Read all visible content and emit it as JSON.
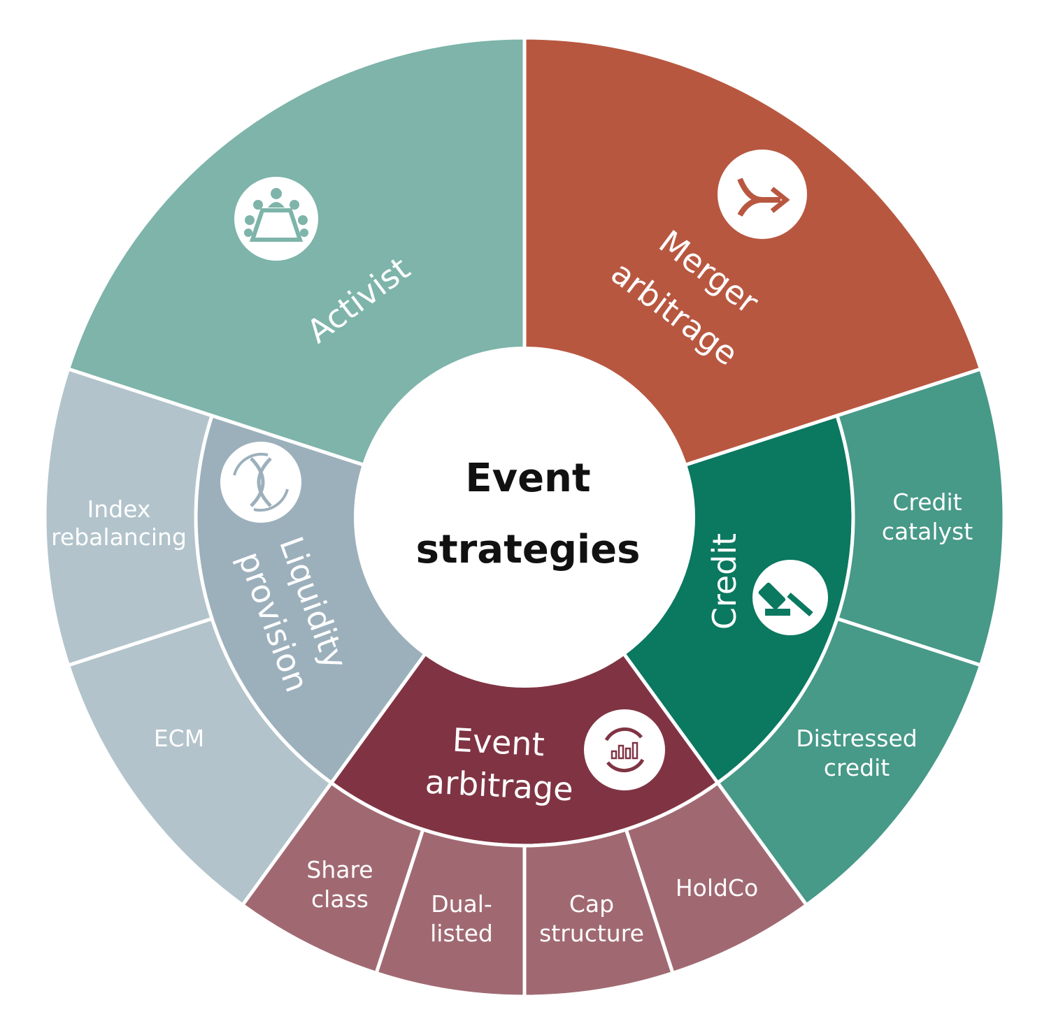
{
  "center": {
    "line1": "Event",
    "line2": "strategies"
  },
  "colors": {
    "activist": "#7eb4aa",
    "merger": "#b85740",
    "credit_inner": "#0b7860",
    "credit_outer": "#479988",
    "liquidity_inner": "#9cb0bc",
    "liquidity_outer": "#b2c3cb",
    "event_inner": "#803443",
    "event_outer": "#a06972"
  },
  "strategies": {
    "activist": {
      "label": "Activist",
      "icon": "boardroom-meeting-icon"
    },
    "merger": {
      "line1": "Merger",
      "line2": "arbitrage",
      "icon": "merge-arrow-icon"
    },
    "credit": {
      "label": "Credit",
      "icon": "gavel-icon"
    },
    "liquidity": {
      "line1": "Liquidity",
      "line2": "provision",
      "icon": "dna-cycle-icon"
    },
    "event_arb": {
      "line1": "Event",
      "line2": "arbitrage",
      "icon": "chart-cycle-icon"
    }
  },
  "sub": {
    "credit_catalyst": {
      "line1": "Credit",
      "line2": "catalyst"
    },
    "distressed_credit": {
      "line1": "Distressed",
      "line2": "credit"
    },
    "index_rebalancing": {
      "line1": "Index",
      "line2": "rebalancing"
    },
    "ecm": {
      "label": "ECM"
    },
    "share_class": {
      "line1": "Share",
      "line2": "class"
    },
    "dual_listed": {
      "line1": "Dual-",
      "line2": "listed"
    },
    "cap_structure": {
      "line1": "Cap",
      "line2": "structure"
    },
    "holdco": {
      "label": "HoldCo"
    }
  }
}
